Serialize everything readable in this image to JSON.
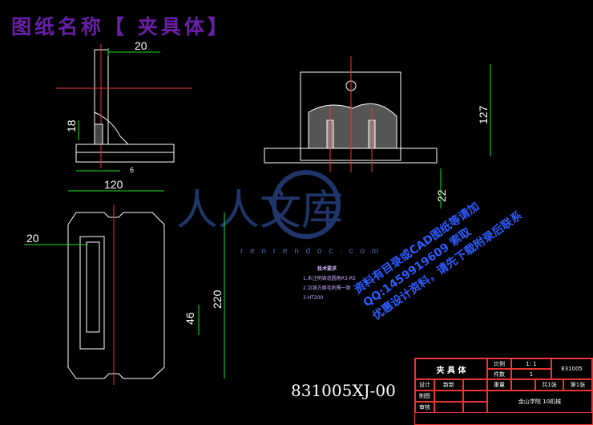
{
  "title": "图纸名称【 夹具体】",
  "part_number": "831005XJ-00",
  "dimensions": {
    "d20_top": "20",
    "d18": "18",
    "d6": "6",
    "d120": "120",
    "d20_side": "20",
    "d220": "220",
    "d46": "46",
    "d127": "127",
    "d22": "22"
  },
  "notes": {
    "heading": "技术要求",
    "items": [
      "1.未注明铸造圆角R3-R5",
      "2.沿铸方面毛刺需一致",
      "3.HT200"
    ]
  },
  "watermark": {
    "brand": "人人文库",
    "url": "r e n r e n d o c . c o m"
  },
  "promo_lines": [
    "资料有目录或CAD图纸等请加",
    "QQ:1459919609 索取",
    "优惠设计资料，请先下载附录后联系"
  ],
  "title_block": {
    "name": "夹 具 体",
    "scale_label": "比例",
    "scale_value": "1: 1",
    "qty_label": "件数",
    "qty_value": "1",
    "drawing_no": "831005",
    "weight_label": "重量",
    "sheet_total": "共1张",
    "sheet_no": "第1张",
    "designer_label": "设计",
    "designer_name": "新新",
    "drafter_label": "制图",
    "checker_label": "审核",
    "school": "金山学院 10机械"
  }
}
